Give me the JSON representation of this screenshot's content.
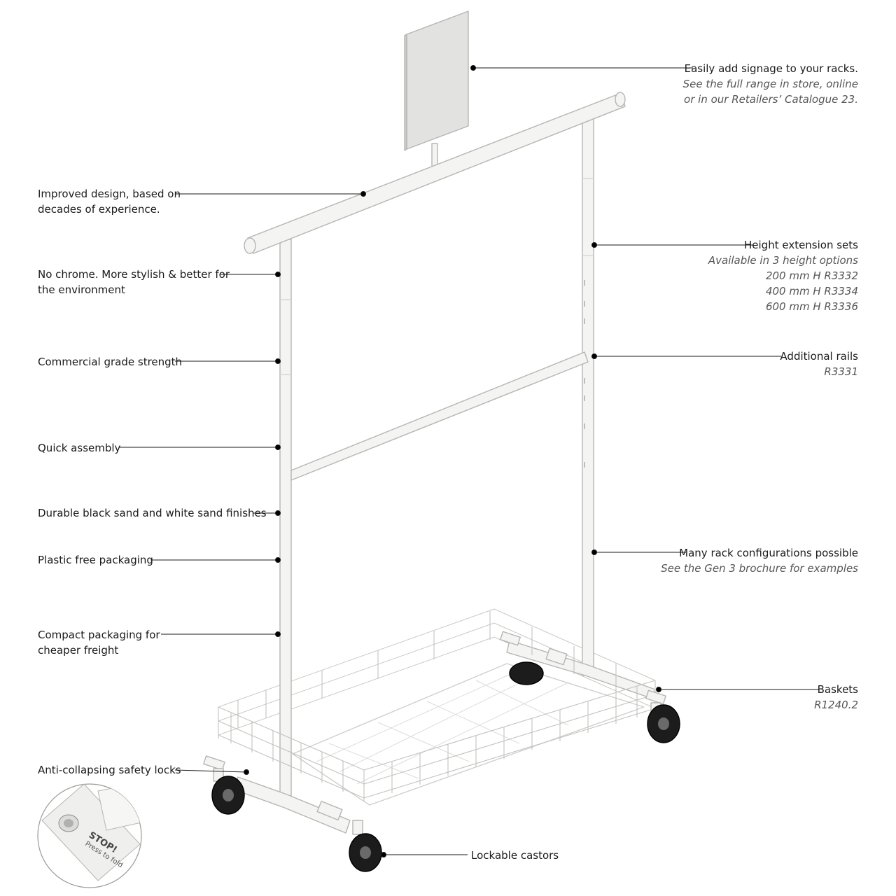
{
  "labels_left": [
    {
      "id": "improved-design",
      "lines": [
        "Improved design, based on",
        "decades of experience."
      ]
    },
    {
      "id": "no-chrome",
      "lines": [
        "No chrome. More stylish & better for",
        "the environment"
      ]
    },
    {
      "id": "commercial-grade",
      "lines": [
        "Commercial grade strength"
      ]
    },
    {
      "id": "quick-assembly",
      "lines": [
        "Quick assembly"
      ]
    },
    {
      "id": "durable-finishes",
      "lines": [
        "Durable black sand and white sand finishes"
      ]
    },
    {
      "id": "plastic-free",
      "lines": [
        "Plastic free packaging"
      ]
    },
    {
      "id": "compact-packaging",
      "lines": [
        "Compact packaging for",
        "cheaper freight"
      ]
    },
    {
      "id": "safety-locks",
      "lines": [
        "Anti-collapsing safety locks"
      ]
    }
  ],
  "labels_right": [
    {
      "id": "signage",
      "main": "Easily add signage to your racks.",
      "sub": [
        "See the full range in store, online",
        "or in our Retailers’ Catalogue 23."
      ]
    },
    {
      "id": "height-extension",
      "main": "Height extension sets",
      "sub": [
        "Available in 3 height options",
        "200 mm H R3332",
        "400 mm H R3334",
        "600 mm H R3336"
      ]
    },
    {
      "id": "additional-rails",
      "main": "Additional rails",
      "sub": [
        "R3331"
      ]
    },
    {
      "id": "rack-configurations",
      "main": "Many rack configurations possible",
      "sub": [
        "See the Gen 3 brochure for examples"
      ]
    },
    {
      "id": "baskets",
      "main": "Baskets",
      "sub": [
        "R1240.2"
      ]
    }
  ],
  "label_bottom": {
    "id": "lockable-castors",
    "text": "Lockable castors"
  },
  "zoom_detail": {
    "line1": "STOP!",
    "line2": "Press to fold"
  },
  "colors": {
    "frame": "#f4f4f2",
    "frame_stroke": "#b5b5b2",
    "leader": "#1a1a1a",
    "wheel": "#1c1c1c",
    "sign": "#e2e2e0"
  }
}
